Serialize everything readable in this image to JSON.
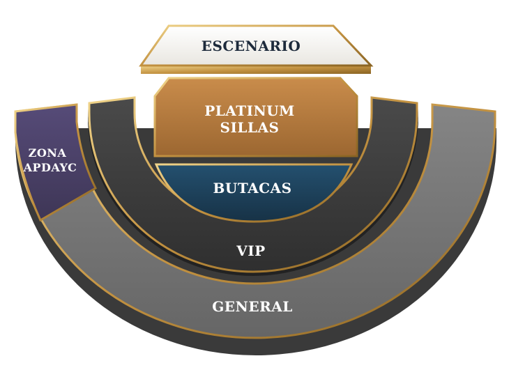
{
  "venue_map": {
    "zones": {
      "escenario": {
        "label": "ESCENARIO",
        "fill": "#f3f2ee",
        "text_color": "#1d2a3b"
      },
      "platinum": {
        "label_line1": "PLATINUM",
        "label_line2": "SILLAS",
        "fill": "#b37a3f",
        "text_color": "#ffffff"
      },
      "butacas": {
        "label": "BUTACAS",
        "fill": "#1c3d55",
        "text_color": "#ffffff"
      },
      "vip": {
        "label": "VIP",
        "fill": "#3e3e3e",
        "text_color": "#ffffff"
      },
      "general": {
        "label": "GENERAL",
        "fill": "#787878",
        "text_color": "#ffffff"
      },
      "apdayc": {
        "label_line1": "ZONA",
        "label_line2": "APDAYC",
        "fill": "#4a4166",
        "text_color": "#ffffff"
      }
    },
    "border_color": "#d1a64e"
  }
}
